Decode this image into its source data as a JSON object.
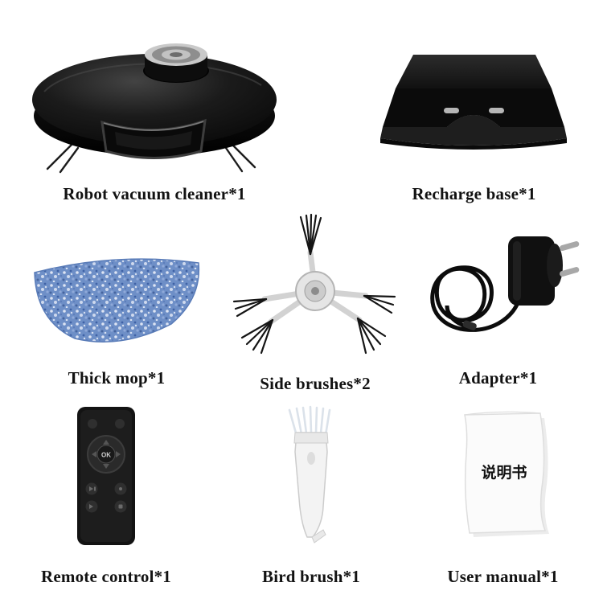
{
  "items": {
    "robot": {
      "label": "Robot vacuum cleaner*1"
    },
    "base": {
      "label": "Recharge base*1"
    },
    "mop": {
      "label": "Thick mop*1"
    },
    "brushes": {
      "label": "Side brushes*2"
    },
    "adapter": {
      "label": "Adapter*1"
    },
    "remote": {
      "label": "Remote control*1",
      "ok": "OK"
    },
    "bird": {
      "label": "Bird brush*1"
    },
    "manual": {
      "label": "User manual*1",
      "title": "说明书"
    }
  },
  "colors": {
    "body_black": "#101010",
    "mop_blue": "#6e8fc7",
    "label_text": "#121212",
    "background": "#ffffff"
  }
}
